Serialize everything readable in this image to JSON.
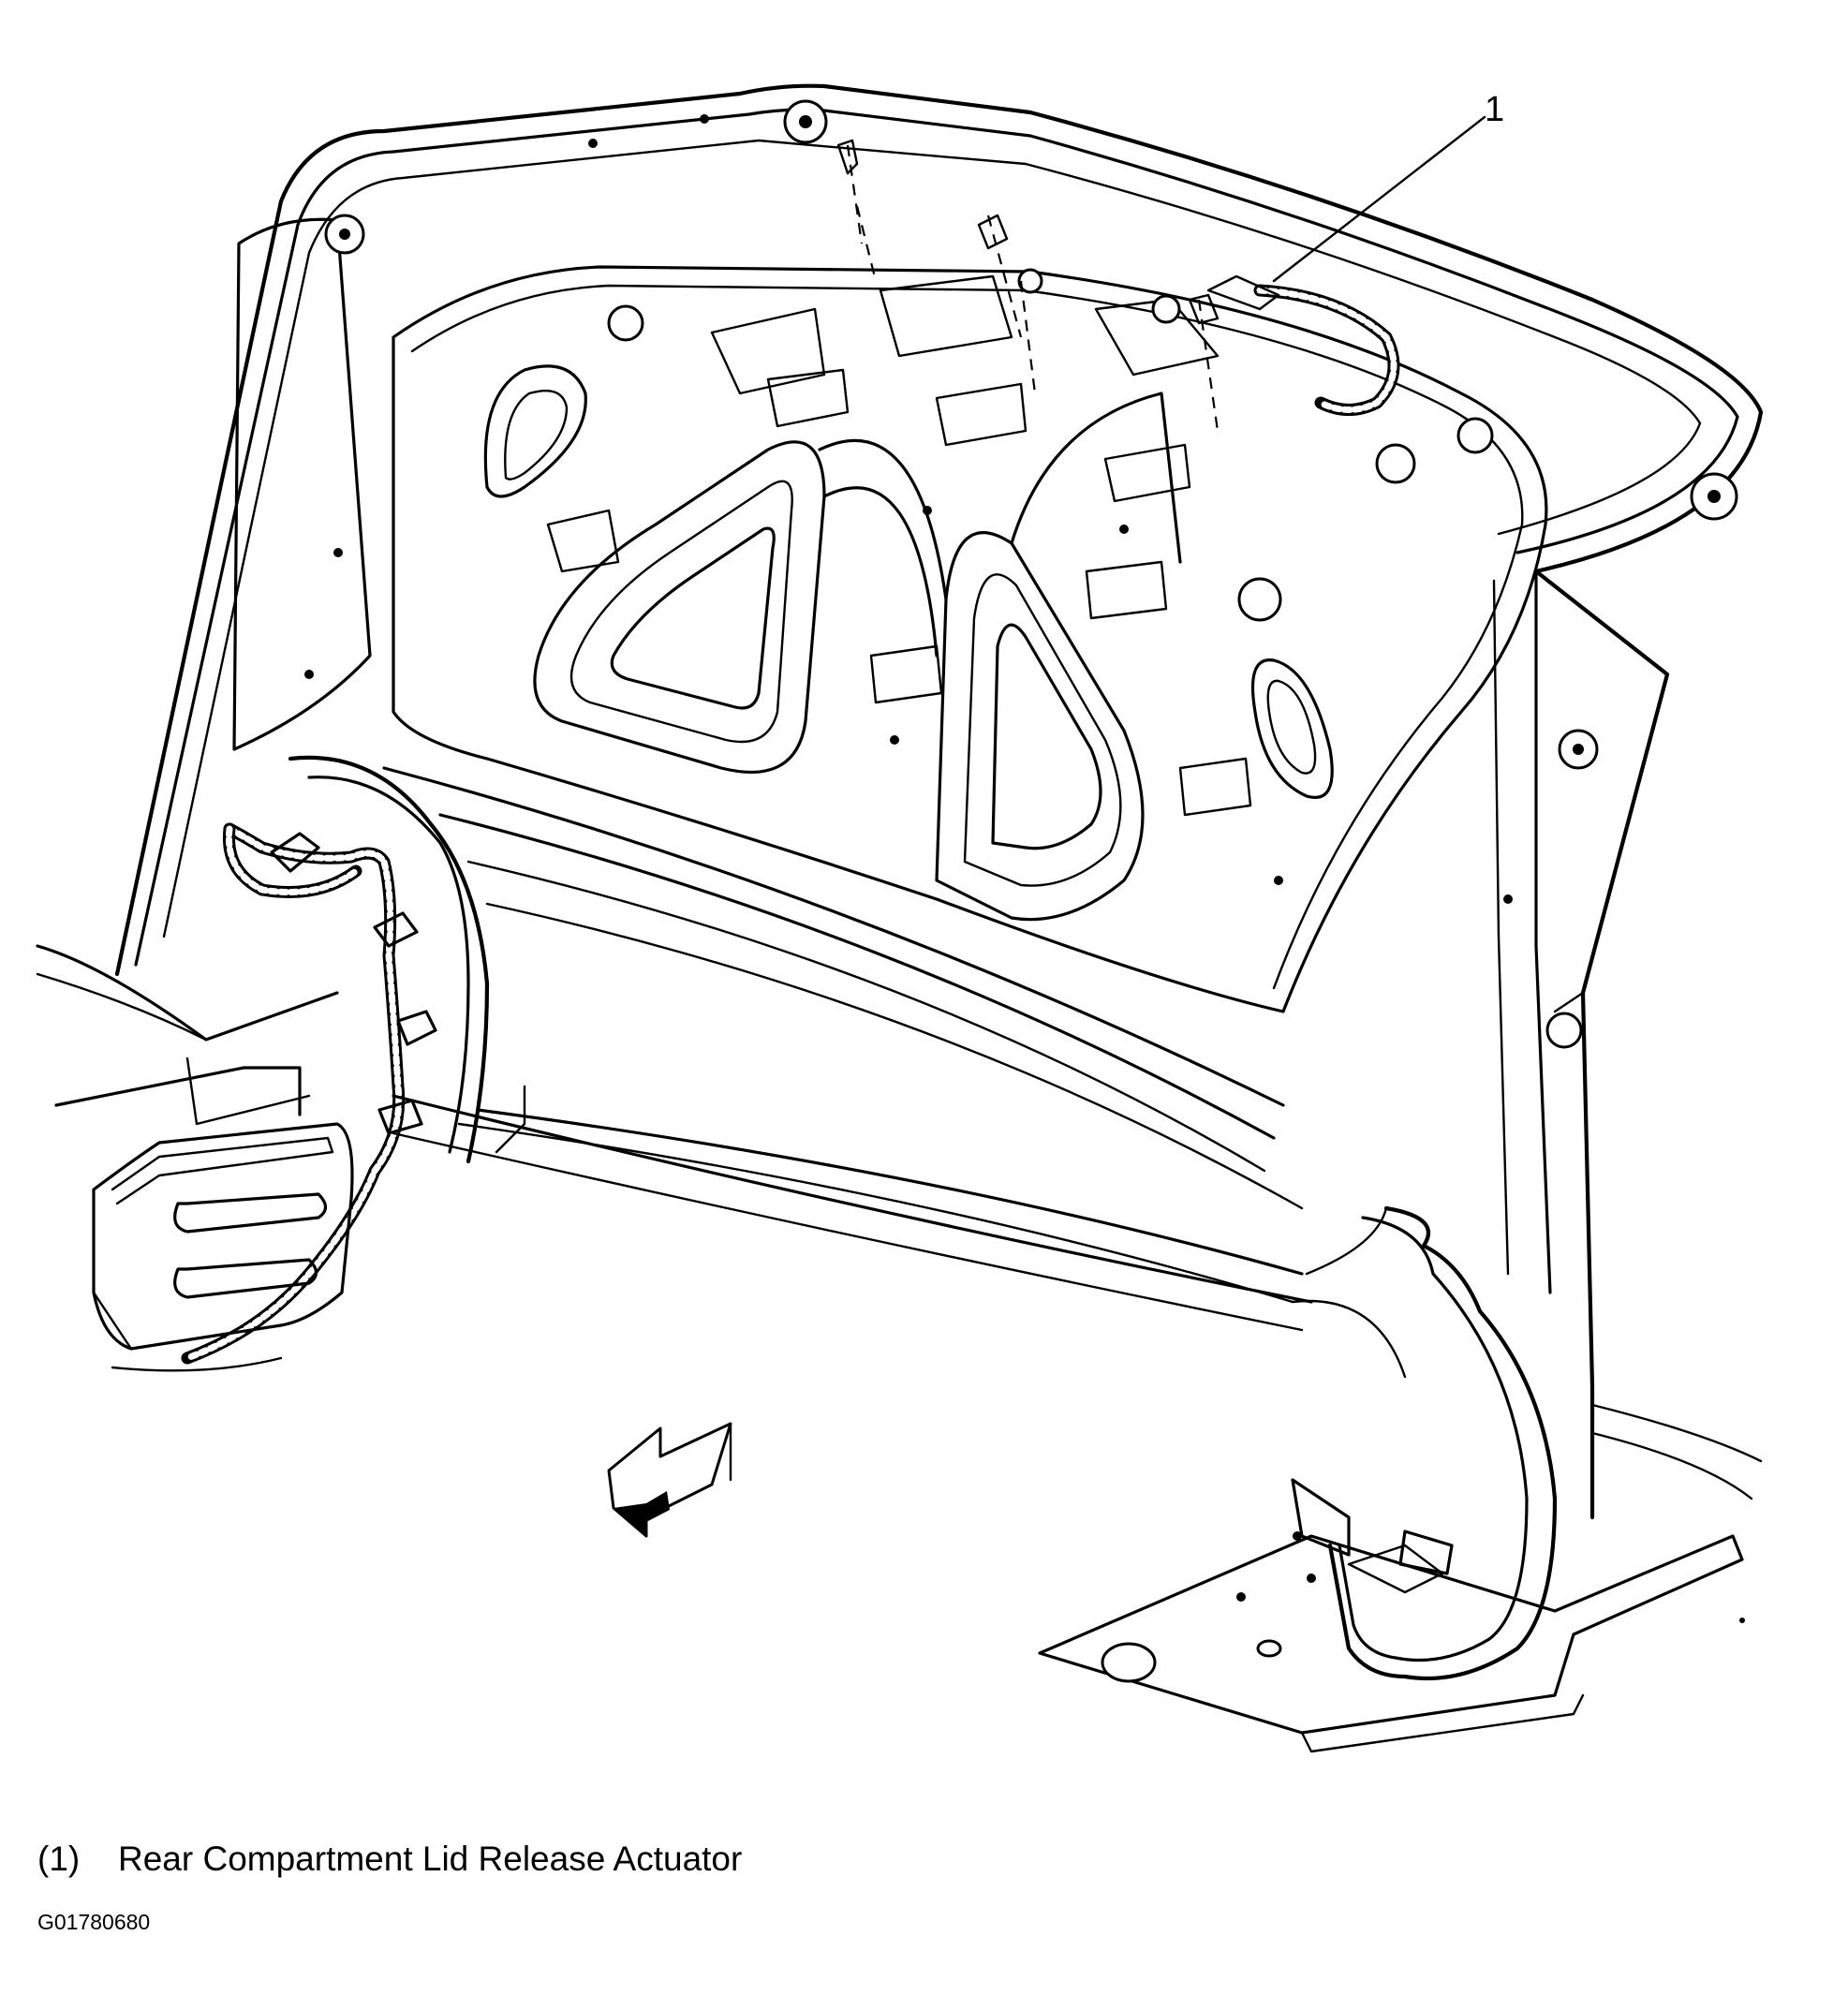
{
  "callouts": [
    {
      "number": "1",
      "label": "(1)",
      "description": "Rear Compartment Lid Release Actuator"
    }
  ],
  "figure_id": "G01780680",
  "icons": {
    "direction_arrow": "front-direction-arrow-icon"
  },
  "colors": {
    "line": "#000000",
    "background": "#ffffff"
  }
}
